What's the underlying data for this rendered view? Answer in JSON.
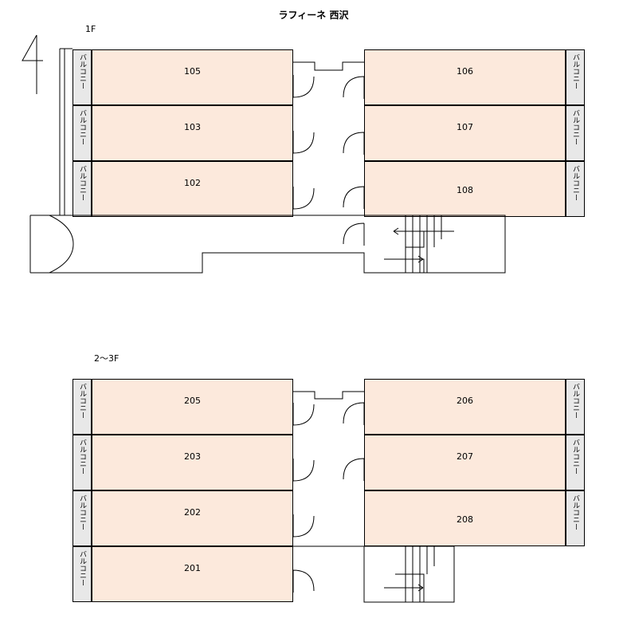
{
  "title": "ラフィーネ 西沢",
  "floors": [
    {
      "label": "1F",
      "rooms": [
        "105",
        "103",
        "102",
        "106",
        "107",
        "108"
      ]
    },
    {
      "label": "2～3F",
      "rooms": [
        "205",
        "203",
        "202",
        "201",
        "206",
        "207",
        "208"
      ]
    }
  ],
  "balcony_label": "バルコニー",
  "colors": {
    "room_fill": "#fce9dc",
    "balcony_fill": "#e8e8e8",
    "line": "#000000"
  }
}
